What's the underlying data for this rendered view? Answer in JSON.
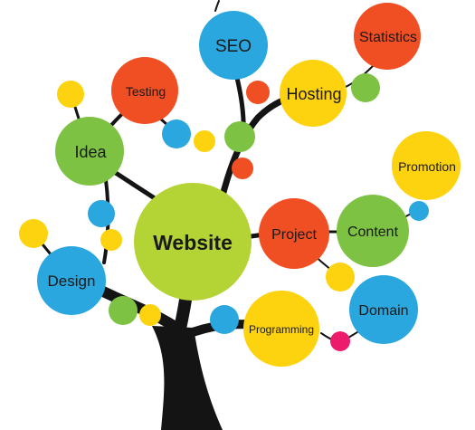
{
  "diagram": {
    "center": "Website",
    "nodes": {
      "seo": "SEO",
      "statistics": "Statistics",
      "testing": "Testing",
      "hosting": "Hosting",
      "idea": "Idea",
      "promotion": "Promotion",
      "project": "Project",
      "content": "Content",
      "design": "Design",
      "domain": "Domain",
      "programming": "Programming"
    }
  },
  "colors": {
    "green": "#7dc242",
    "lime": "#b4d334",
    "blue": "#2aa7df",
    "orange": "#f04e23",
    "yellow": "#fdd20e",
    "pink": "#ec1b6c",
    "trunk": "#141414"
  }
}
